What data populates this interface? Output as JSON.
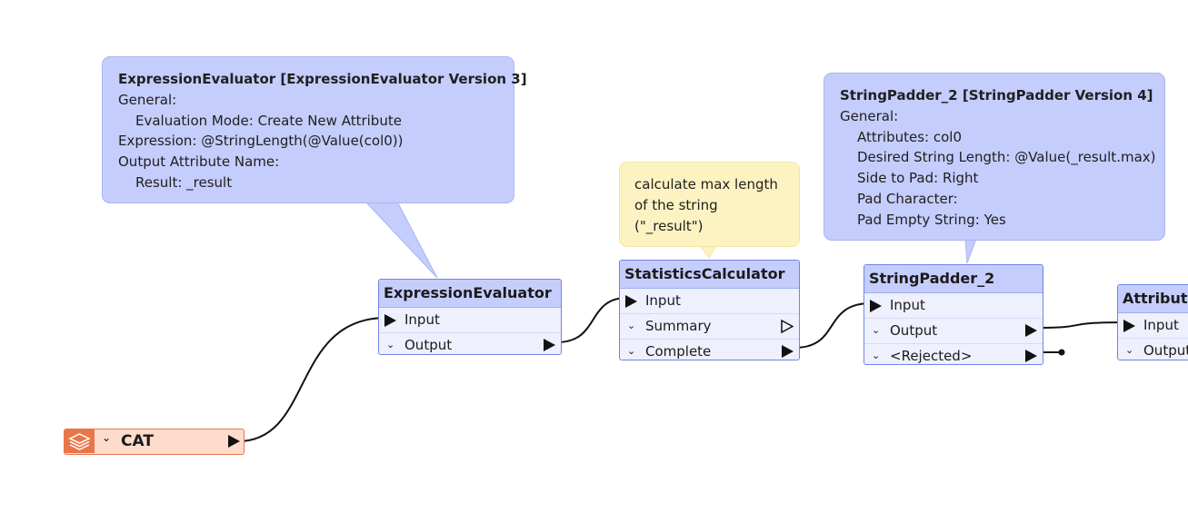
{
  "bubbles": {
    "expr": {
      "title": "ExpressionEvaluator [ExpressionEvaluator Version 3]",
      "lines": [
        "General:",
        "Evaluation Mode: Create New Attribute",
        "Expression: @StringLength(@Value(col0))",
        "Output Attribute Name:",
        "Result: _result"
      ]
    },
    "padder": {
      "title": "StringPadder_2 [StringPadder Version 4]",
      "lines": [
        "General:",
        "Attributes: col0",
        "Desired String Length: @Value(_result.max)",
        "Side to Pad: Right",
        "Pad Character:",
        "Pad Empty String: Yes"
      ]
    }
  },
  "note": {
    "lines": [
      "calculate max length",
      "of the string",
      "(\"_result\")"
    ]
  },
  "reader": {
    "label": "CAT"
  },
  "nodes": {
    "expression_evaluator": {
      "title": "ExpressionEvaluator",
      "ports": [
        "Input",
        "Output"
      ]
    },
    "statistics_calculator": {
      "title": "StatisticsCalculator",
      "ports": [
        "Input",
        "Summary",
        "Complete"
      ]
    },
    "string_padder": {
      "title": "StringPadder_2",
      "ports": [
        "Input",
        "Output",
        "<Rejected>"
      ]
    },
    "attribute": {
      "title": "Attribute",
      "ports": [
        "Input",
        "Output"
      ]
    }
  },
  "colors": {
    "bubble_fill": "#c5cdfc",
    "note_fill": "#fdf3c2",
    "node_border": "#6f84e6",
    "reader_fill": "#fddccc",
    "reader_accent": "#e9764a"
  }
}
